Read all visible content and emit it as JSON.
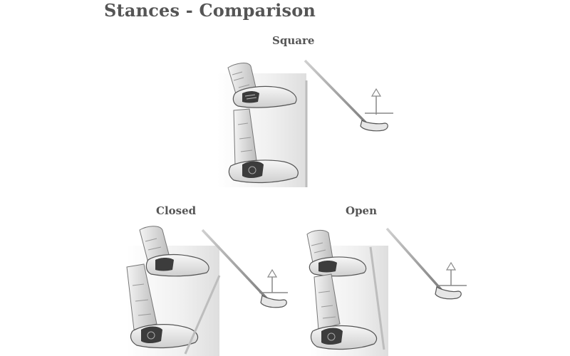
{
  "diagram": {
    "title": "Stances - Comparison",
    "stances": [
      {
        "label": "Square"
      },
      {
        "label": "Closed"
      },
      {
        "label": "Open"
      }
    ]
  }
}
